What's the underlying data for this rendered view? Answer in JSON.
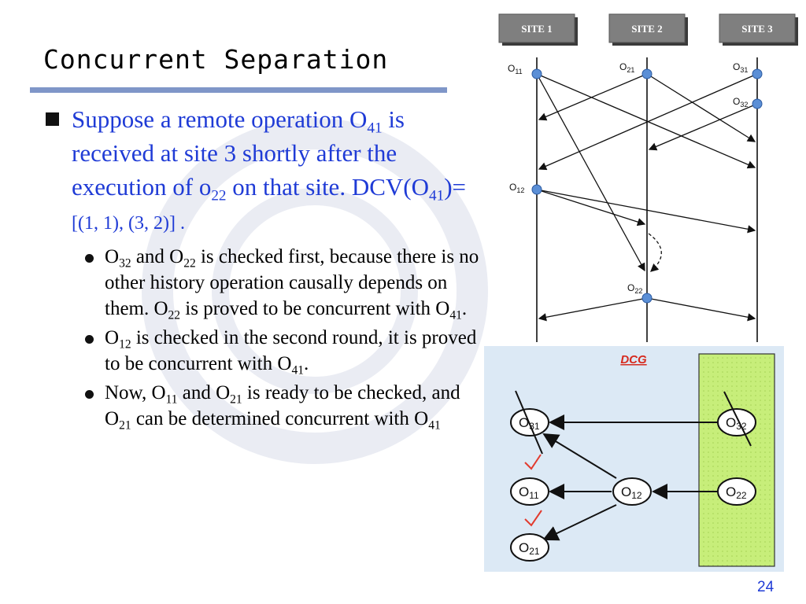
{
  "slide": {
    "title": "Concurrent Separation",
    "page_number": "24",
    "bullet1": {
      "p1": "Suppose a remote operation O",
      "s1": "41",
      "p2": "is received at site 3 shortly after the execution of o",
      "s2": "22",
      "p3": " on that site. DCV(O",
      "s3": "41",
      "p4": ")= ",
      "p5": "[(1, 1), (3, 2)] ."
    },
    "bullet2": {
      "p1": "O",
      "s1": "32",
      "p2": " and O",
      "s2": "22",
      "p3": " is checked first, because there is no other history operation causally depends on them. O",
      "s3": "22",
      "p4": " is proved to be concurrent with O",
      "s4": "41",
      "p5": "."
    },
    "bullet3": {
      "p1": "O",
      "s1": "12",
      "p2": " is checked in the second round, it  is proved to be concurrent with O",
      "s2": "41",
      "p3": "."
    },
    "bullet4": {
      "p1": "Now, O",
      "s1": "11",
      "p2": " and O",
      "s2": "21",
      "p3": " is ready to be checked, and O",
      "s3": "21",
      "p4": " can be determined concurrent with O",
      "s4": "41"
    }
  },
  "site_diagram": {
    "sites": [
      "SITE 1",
      "SITE 2",
      "SITE 3"
    ],
    "ops": {
      "o11": {
        "main": "O",
        "sub": "11"
      },
      "o21": {
        "main": "O",
        "sub": "21"
      },
      "o31": {
        "main": "O",
        "sub": "31"
      },
      "o32": {
        "main": "O",
        "sub": "32"
      },
      "o12": {
        "main": "O",
        "sub": "12"
      },
      "o22": {
        "main": "O",
        "sub": "22"
      }
    }
  },
  "dcg": {
    "label": "DCG",
    "nodes": {
      "o31": {
        "main": "O",
        "sub": "31"
      },
      "o11": {
        "main": "O",
        "sub": "11"
      },
      "o21": {
        "main": "O",
        "sub": "21"
      },
      "o12": {
        "main": "O",
        "sub": "12"
      },
      "o32": {
        "main": "O",
        "sub": "32"
      },
      "o22": {
        "main": "O",
        "sub": "22"
      }
    }
  },
  "colors": {
    "bullet_text": "#1f3bd6",
    "title_bar": "#7f96c8",
    "dcg_background": "#dce9f5",
    "dcg_group": "#c7ee7a",
    "site_header": "#7f7f7f",
    "node_point": "#5b8fd6",
    "check_mark": "#e23b2e",
    "dcg_label": "#d62a1e"
  }
}
